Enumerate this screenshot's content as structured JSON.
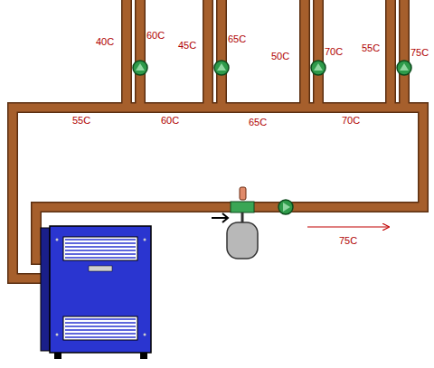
{
  "diagram": {
    "labels": [
      "40C",
      "60C",
      "45C",
      "65C",
      "50C",
      "70C",
      "55C",
      "75C",
      "55C",
      "60C",
      "65C",
      "70C",
      "75C"
    ]
  }
}
